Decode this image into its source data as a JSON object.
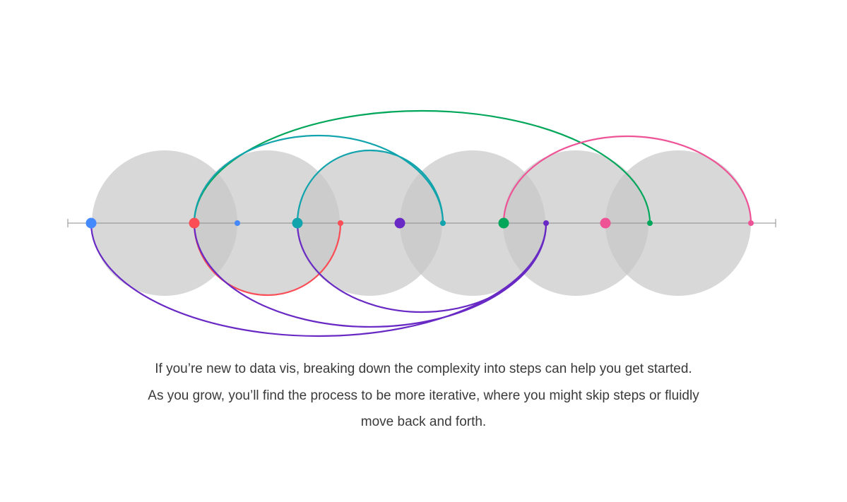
{
  "diagram": {
    "colors": {
      "circle_fill": "#c6c6c6",
      "axis": "#8d8d8d",
      "blue": "#4589ff",
      "red": "#fa4d56",
      "teal": "#1192e8",
      "purple": "#6929c4",
      "green": "#198038",
      "pink": "#ee5396",
      "cyan": "#12a4ad",
      "mint": "#00a65a"
    },
    "steps": [
      {
        "id": "step-1",
        "color_key": "blue"
      },
      {
        "id": "step-2",
        "color_key": "red"
      },
      {
        "id": "step-3",
        "color_key": "cyan"
      },
      {
        "id": "step-4",
        "color_key": "purple"
      },
      {
        "id": "step-5",
        "color_key": "mint"
      },
      {
        "id": "step-6",
        "color_key": "pink"
      }
    ]
  },
  "caption": {
    "line1": "If you’re new to data vis, breaking down the complexity into steps can help you get started.",
    "line2": "As you grow, you’ll find the process to be more iterative, where you might skip steps or fluidly",
    "line3": "move back and forth."
  }
}
